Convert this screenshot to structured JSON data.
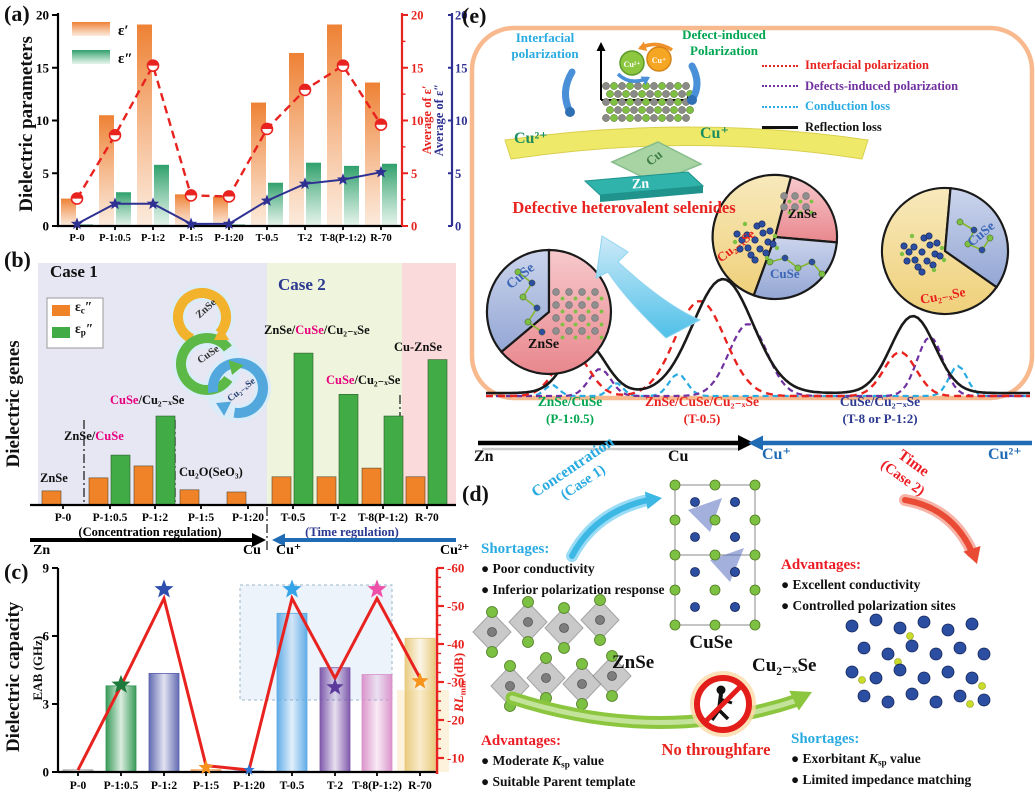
{
  "panels": {
    "a": "(a)",
    "b": "(b)",
    "c": "(c)",
    "d": "(d)",
    "e": "(e)"
  },
  "chart_data": [
    {
      "id": "a",
      "type": "bar+line",
      "ylabel": "Dielectric parameters",
      "categories": [
        "P-0",
        "P-1:0.5",
        "P-1:2",
        "P-1:5",
        "P-1:20",
        "T-0.5",
        "T-2",
        "T-8(P-1:2)",
        "R-70"
      ],
      "series": [
        {
          "name": "ε′",
          "type": "bar",
          "color": "#ef8638",
          "values": [
            2.6,
            10.5,
            19.1,
            3.0,
            2.8,
            11.7,
            16.4,
            19.1,
            13.6
          ]
        },
        {
          "name": "ε″",
          "type": "bar",
          "color": "#2fa06b",
          "values": [
            0.15,
            3.2,
            5.8,
            0.2,
            0.15,
            4.1,
            6.0,
            5.7,
            5.9
          ]
        },
        {
          "name": "Average of ε′",
          "type": "line",
          "color": "#e8231f",
          "values": [
            2.6,
            8.6,
            15.2,
            2.9,
            2.8,
            9.2,
            12.9,
            15.2,
            9.6
          ]
        },
        {
          "name": "Average of ε″",
          "type": "line",
          "color": "#2e3192",
          "values": [
            0.2,
            2.1,
            2.1,
            0.2,
            0.2,
            2.4,
            4.0,
            4.4,
            5.1
          ]
        }
      ],
      "ylim": [
        0,
        20
      ],
      "yticks": [
        0,
        5,
        10,
        15,
        20
      ],
      "right_yticks": [
        0,
        5,
        10,
        15,
        20
      ],
      "grid": false
    },
    {
      "id": "b",
      "type": "bar",
      "ylabel": "Dielectric genes",
      "categories": [
        "P-0",
        "P-1:0.5",
        "P-1:2",
        "P-1:5",
        "P-1:20",
        "T-0.5",
        "T-2",
        "T-8(P-1:2)",
        "R-70"
      ],
      "series": [
        {
          "name": "εc″",
          "color": "#f08228",
          "values": [
            0.65,
            1.25,
            1.8,
            0.7,
            0.6,
            1.3,
            1.3,
            1.7,
            1.3
          ]
        },
        {
          "name": "εp″",
          "color": "#41ab45",
          "values": [
            0,
            2.3,
            4.1,
            0,
            0,
            7.0,
            5.1,
            4.1,
            6.7
          ]
        }
      ],
      "legend_rich": [
        [
          {
            "t": "ε"
          },
          {
            "t": "c",
            "sub": 1
          },
          {
            "t": "″"
          }
        ],
        [
          {
            "t": "ε"
          },
          {
            "t": "p",
            "sub": 1
          },
          {
            "t": "″"
          }
        ]
      ],
      "case1": "Case 1",
      "case2": "Case 2",
      "group_captions": [
        "(Concentration regulation)",
        "(Time regulation)"
      ],
      "axis_labels": [
        "Zn",
        "Cu",
        "Cu⁺",
        "Cu²⁺"
      ],
      "ring_labels": [
        "ZnSe",
        "CuSe",
        "Cu₂₋ₓSe"
      ],
      "annotations": [
        [
          {
            "t": "ZnSe"
          }
        ],
        [
          {
            "t": "ZnSe/"
          },
          {
            "t": "CuSe",
            "c": "#e6007e"
          }
        ],
        [
          {
            "t": "CuSe",
            "c": "#e6007e"
          },
          {
            "t": "/Cu₂₋ₓSe"
          }
        ],
        [
          {
            "t": "Cu₂O(SeO₃)"
          }
        ],
        [
          {
            "t": "ZnSe/"
          },
          {
            "t": "CuSe",
            "c": "#e6007e"
          },
          {
            "t": "/Cu₂₋ₓSe"
          }
        ],
        [
          {
            "t": "CuSe",
            "c": "#e6007e"
          },
          {
            "t": "/Cu₂₋ₓSe"
          }
        ],
        [
          {
            "t": "Cu-ZnSe"
          }
        ]
      ]
    },
    {
      "id": "c",
      "type": "bar+line",
      "ylabel_outer": "Dielectric capacity",
      "ylabel": "EAB (GHz)",
      "right_label_rich": [
        {
          "t": "RL",
          "i": 1
        },
        {
          "t": "min",
          "sub": 1
        },
        {
          "t": " (dB)"
        }
      ],
      "categories": [
        "P-0",
        "P-1:0.5",
        "P-1:2",
        "P-1:5",
        "P-1:20",
        "T-0.5",
        "T-2",
        "T-8(P-1:2)",
        "R-70"
      ],
      "bars": {
        "name": "EAB",
        "values": [
          0.1,
          3.8,
          4.35,
          0.1,
          0.05,
          7.0,
          4.6,
          4.3,
          5.9
        ],
        "colors": [
          "#aaaaaa",
          "#2f9651",
          "#5a63ae",
          "#f0a050",
          "#8fb8e8",
          "#5aa9e6",
          "#7a52a8",
          "#d98fc9",
          "#e8c97a"
        ]
      },
      "line": {
        "name": "RLmin",
        "color": "#e8231f",
        "values": [
          -6,
          -29,
          -52,
          -8,
          -6,
          -52,
          -31,
          -52,
          -31
        ]
      },
      "stars": {
        "colors": [
          null,
          "#1e7a3c",
          "#2e4fae",
          "#f7941d",
          "#2e75d6",
          "#35a3e8",
          "#5b3a9b",
          "#ee4fa8",
          "#f7941d"
        ],
        "dy": [
          0,
          -1,
          -9,
          2,
          0,
          -9,
          9,
          -9,
          3
        ],
        "size": [
          0,
          10,
          10,
          8,
          6,
          10,
          9,
          10,
          9
        ]
      },
      "ylim": [
        0,
        9
      ],
      "yticks": [
        0,
        3,
        6,
        9
      ],
      "right_ticks": [
        -60,
        -50,
        -40,
        -30,
        -20,
        -10
      ]
    }
  ],
  "panel_e": {
    "interfacial": "Interfacial polarization",
    "defect_induced": "Defect-induced Polarization",
    "legend": [
      {
        "label": "Interfacial polarization",
        "color": "#e8231f",
        "style": "dotted"
      },
      {
        "label": "Defects-induced polarization",
        "color": "#7030a0",
        "style": "dotted"
      },
      {
        "label": "Conduction loss",
        "color": "#29abe2",
        "style": "dotted"
      },
      {
        "label": "Reflection loss",
        "color": "#111111",
        "style": "solid"
      }
    ],
    "inset_ion_left": "Cu²⁺",
    "inset_ion_right": "Cu⁺",
    "band_left": "Cu²⁺",
    "band_right": "Cu⁺",
    "plate_top": "Cu",
    "plate_bottom": "Zn",
    "headline": "Defective heterovalent selenides",
    "pies": {
      "left": {
        "s0": "CuSe",
        "s1": "ZnSe"
      },
      "mid": {
        "s0": "Cu₂₋ₓSe",
        "s1": "ZnSe",
        "s2": "CuSe"
      },
      "right": {
        "s0": "CuSe",
        "s1": "Cu₂₋ₓSe"
      }
    },
    "groups": [
      {
        "name": "ZnSe/CuSe",
        "sample": "(P-1:0.5)",
        "color": "#00a651"
      },
      {
        "name": "ZnSe/CuSe/Cu₂₋ₓSe",
        "sample": "(T-0.5)",
        "color": "#e8231f"
      },
      {
        "name": "CuSe/Cu₂₋ₓSe",
        "sample": "(T-8 or P-1:2)",
        "color": "#2b3990"
      }
    ],
    "axis": {
      "zn": "Zn",
      "cu": "Cu",
      "cu1": "Cu⁺",
      "cu2": "Cu²⁺"
    }
  },
  "panel_d": {
    "concentration": {
      "line1": "Concentration",
      "line2": "(Case 1)"
    },
    "time": {
      "line1": "Time",
      "line2": "(Case 2)"
    },
    "crystals": {
      "cuse": "CuSe",
      "znse": "ZnSe",
      "cu2xse": "Cu₂₋ₓSe"
    },
    "shortages_top": {
      "title": "Shortages:",
      "items": [
        [
          {
            "t": "● Poor conductivity"
          }
        ],
        [
          {
            "t": "● Inferior polarization response"
          }
        ]
      ]
    },
    "advantages_top": {
      "title": "Advantages:",
      "items": [
        [
          {
            "t": "● Excellent conductivity"
          }
        ],
        [
          {
            "t": "● Controlled polarization sites"
          }
        ]
      ]
    },
    "advantages_bottom": {
      "title": "Advantages:",
      "items": [
        [
          {
            "t": "● Moderate "
          },
          {
            "t": "K",
            "i": 1
          },
          {
            "t": "sp",
            "sub": 1
          },
          {
            "t": " value"
          }
        ],
        [
          {
            "t": "● Suitable Parent template"
          }
        ]
      ]
    },
    "shortages_bottom": {
      "title": "Shortages:",
      "items": [
        [
          {
            "t": "● Exorbitant "
          },
          {
            "t": "K",
            "i": 1
          },
          {
            "t": "sp",
            "sub": 1
          },
          {
            "t": " value"
          }
        ],
        [
          {
            "t": "● Limited  impedance matching"
          }
        ]
      ]
    },
    "no_throughfare": "No throughfare"
  }
}
